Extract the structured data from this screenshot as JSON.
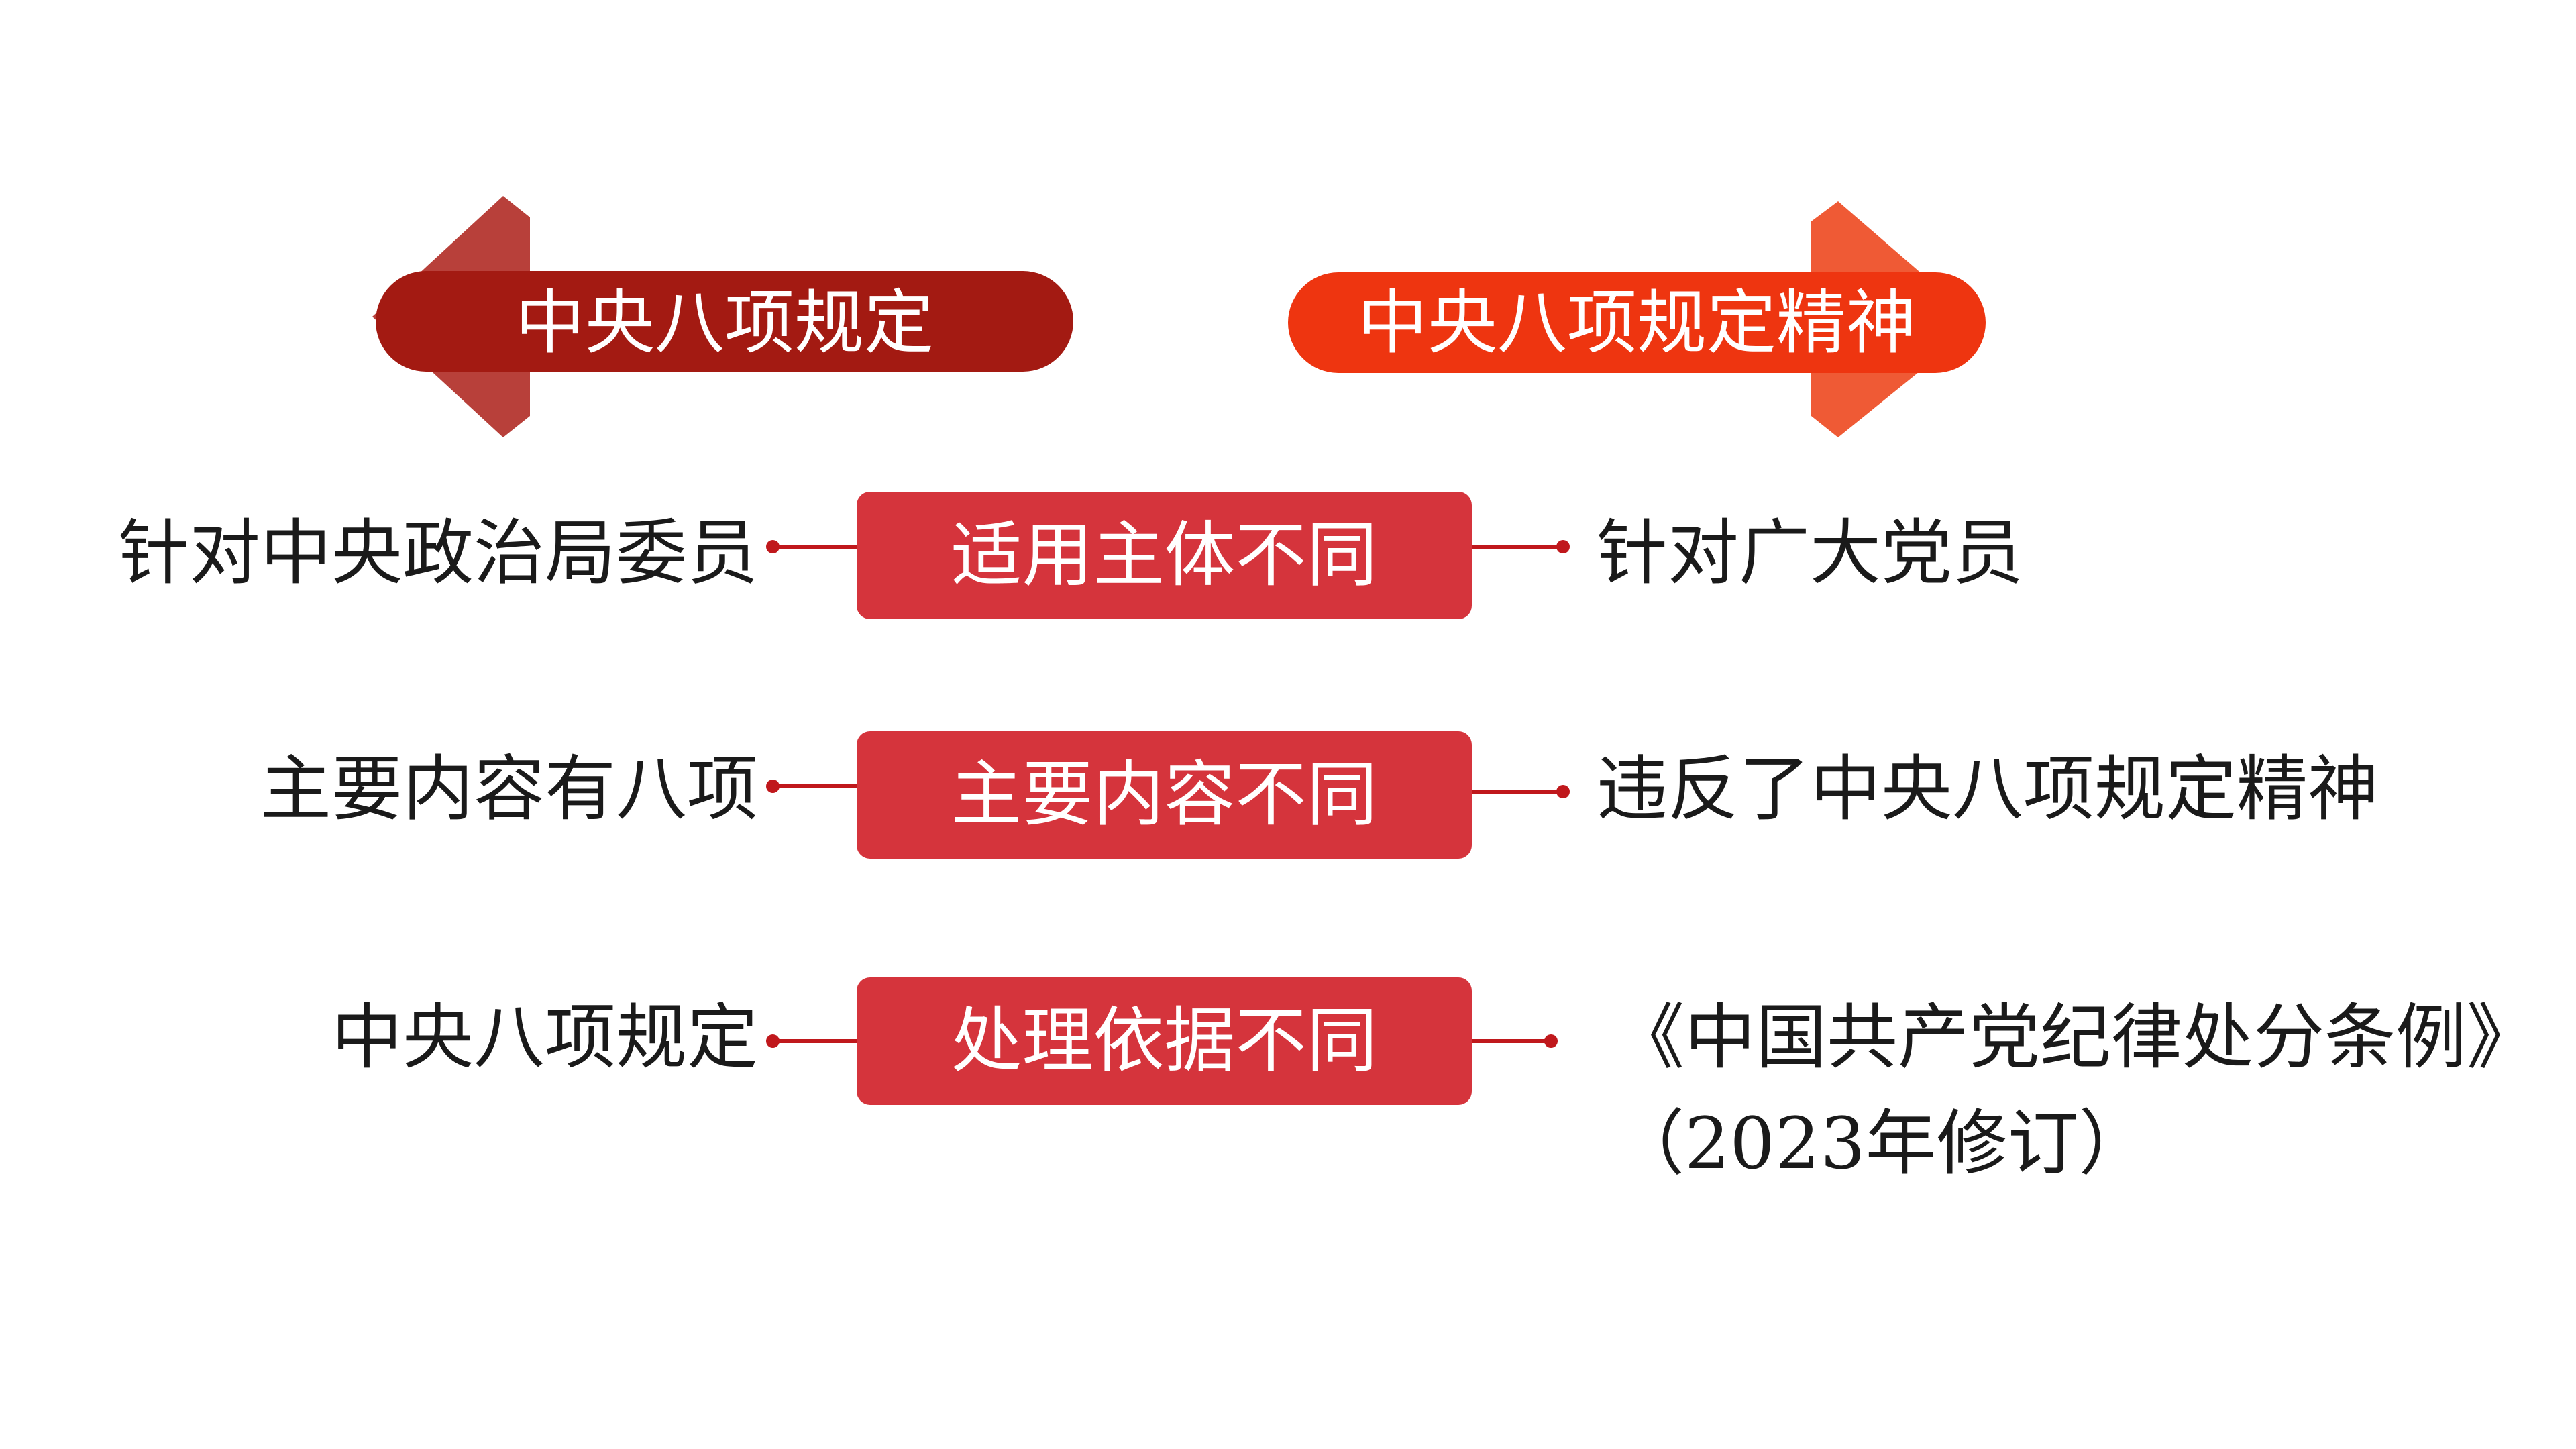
{
  "colors": {
    "left_arrow_head": "#b8403a",
    "left_arrow_bar": "#a31a12",
    "right_arrow_head": "#ef5a35",
    "right_arrow_bar": "#ee3510",
    "box_fill": "#d5343c",
    "connector": "#c0181c",
    "text": "#1a1a1a"
  },
  "header": {
    "left_arrow_label": "中央八项规定",
    "right_arrow_label": "中央八项规定精神"
  },
  "rows": [
    {
      "category": "适用主体不同",
      "left": "针对中央政治局委员",
      "right": "针对广大党员"
    },
    {
      "category": "主要内容不同",
      "left": "主要内容有八项",
      "right": "违反了中央八项规定精神"
    },
    {
      "category": "处理依据不同",
      "left": "中央八项规定",
      "right_line1": "《中国共产党纪律处分条例》",
      "right_line2": "（2023年修订）"
    }
  ]
}
